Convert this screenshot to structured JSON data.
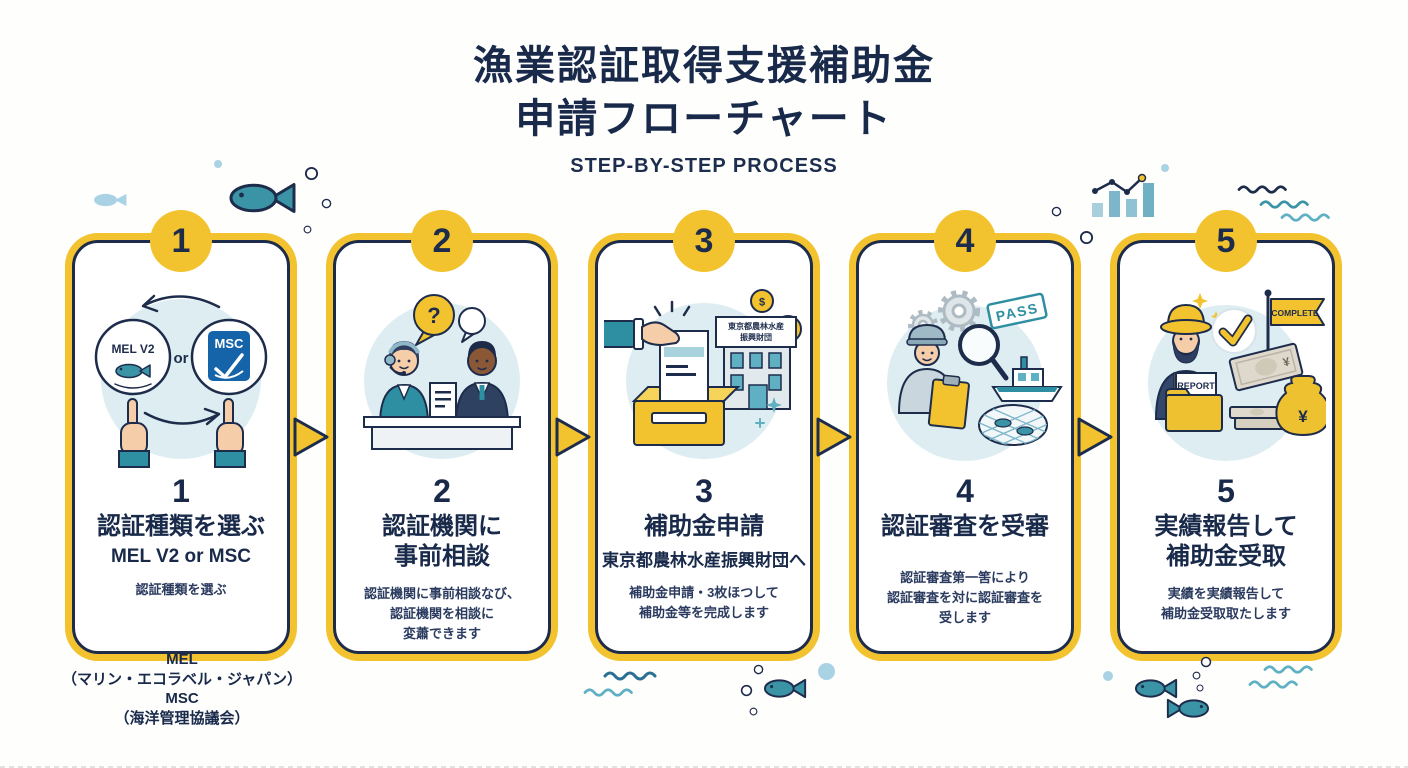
{
  "header": {
    "title_line1": "漁業認証取得支援補助金",
    "title_line2": "申請フローチャート",
    "subtitle": "STEP-BY-STEP PROCESS"
  },
  "colors": {
    "accent_yellow": "#F2C32E",
    "navy": "#1E2C4C",
    "teal": "#2F8FA2",
    "light_blue": "#A9D2E4",
    "illustration_bg": "#DDEDF2",
    "msc_blue": "#1563A8"
  },
  "steps": [
    {
      "number": "1",
      "title": "認証種類を選ぶ",
      "subtitle": "MEL V2 or MSC",
      "desc": [
        "認証種類を選ぶ"
      ],
      "labels": {
        "mel": "MEL V2",
        "or": "or",
        "msc": "MSC"
      }
    },
    {
      "number": "2",
      "title_lines": [
        "認証機関に",
        "事前相談"
      ],
      "desc": [
        "認証機関に事前相談なび、",
        "認証機関を相談に",
        "変蕭できます"
      ],
      "labels": {
        "question": "?"
      }
    },
    {
      "number": "3",
      "title": "補助金申請",
      "subtitle": "東京都農林水産振興財団へ",
      "desc": [
        "補助金申請・3枚ほつして",
        "補助金等を完成します"
      ],
      "labels": {
        "building_line1": "東京都農林水産",
        "building_line2": "振興財団",
        "dollar": "$"
      }
    },
    {
      "number": "4",
      "title": "認証審査を受審",
      "desc": [
        "認証審査第一筈により",
        "認証審査を対に認証審査を",
        "受します"
      ],
      "labels": {
        "pass": "PASS"
      }
    },
    {
      "number": "5",
      "title_lines": [
        "実績報告して",
        "補助金受取"
      ],
      "desc": [
        "実績を実績報告して",
        "補助金受取取たします"
      ],
      "labels": {
        "complete": "COMPLETE",
        "report": "REPORT",
        "yen": "¥"
      }
    }
  ],
  "footnote": {
    "lines": [
      "MEL",
      "（マリン・エコラベル・ジャパン）",
      "MSC",
      "（海洋管理協議会）"
    ]
  }
}
